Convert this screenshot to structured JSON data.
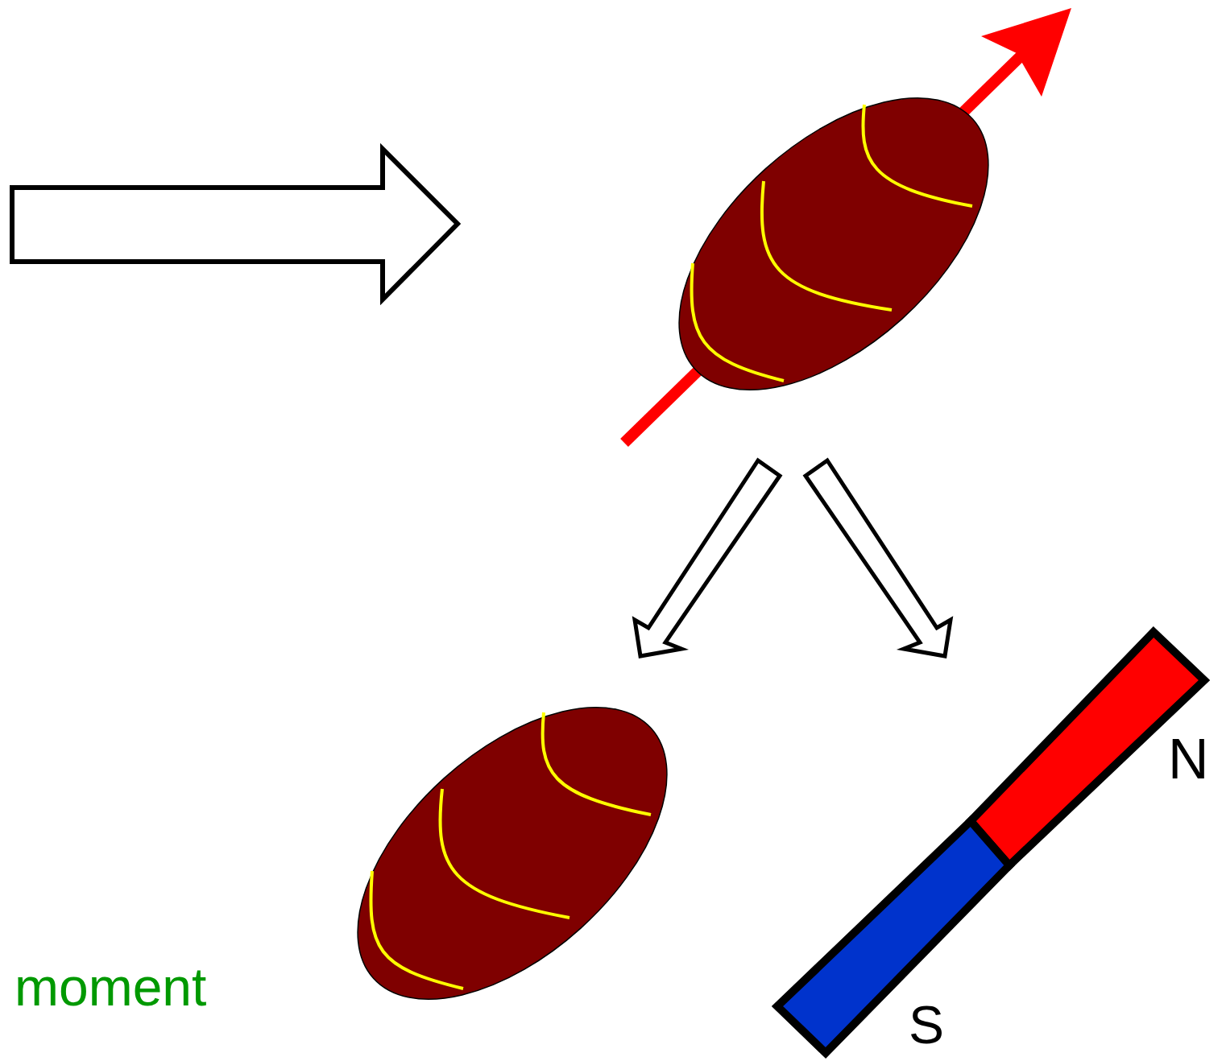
{
  "diagram": {
    "labels": [
      "moment",
      "N",
      "S"
    ]
  }
}
